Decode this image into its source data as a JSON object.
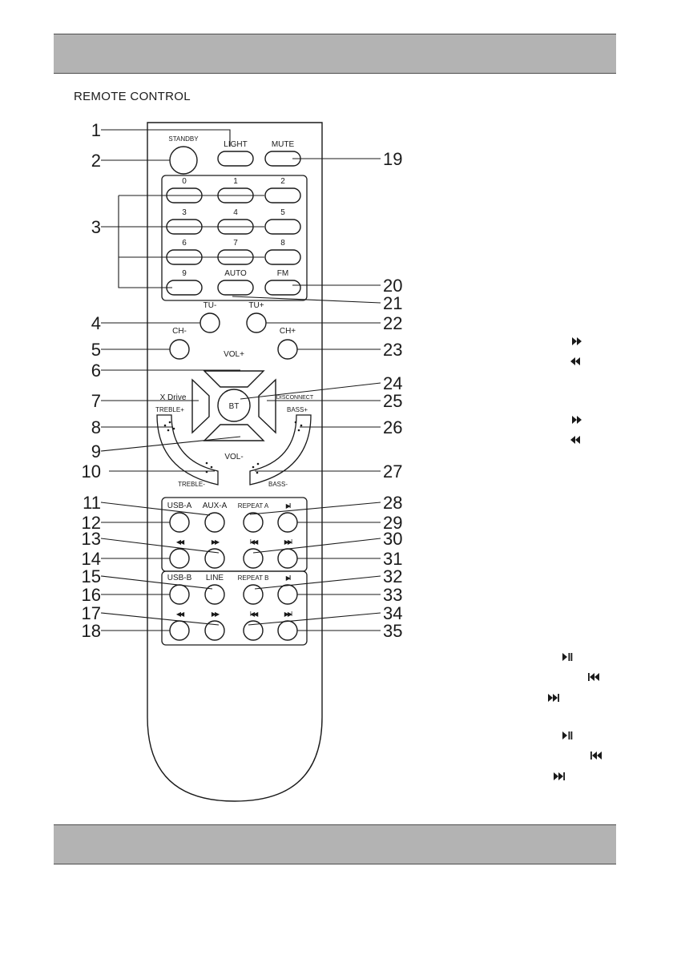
{
  "page_title": "REMOTE CONTROL",
  "remote": {
    "buttons": [
      {
        "id": "standby",
        "label": "STANDBY",
        "shape": "circle"
      },
      {
        "id": "light",
        "label": "LIGHT",
        "shape": "pill"
      },
      {
        "id": "mute",
        "label": "MUTE",
        "shape": "pill"
      },
      {
        "id": "num-0",
        "label": "0",
        "shape": "pill"
      },
      {
        "id": "num-1",
        "label": "1",
        "shape": "pill"
      },
      {
        "id": "num-2",
        "label": "2",
        "shape": "pill"
      },
      {
        "id": "num-3",
        "label": "3",
        "shape": "pill"
      },
      {
        "id": "num-4",
        "label": "4",
        "shape": "pill"
      },
      {
        "id": "num-5",
        "label": "5",
        "shape": "pill"
      },
      {
        "id": "num-6",
        "label": "6",
        "shape": "pill"
      },
      {
        "id": "num-7",
        "label": "7",
        "shape": "pill"
      },
      {
        "id": "num-8",
        "label": "8",
        "shape": "pill"
      },
      {
        "id": "num-9",
        "label": "9",
        "shape": "pill"
      },
      {
        "id": "auto",
        "label": "AUTO",
        "shape": "pill"
      },
      {
        "id": "fm",
        "label": "FM",
        "shape": "pill"
      },
      {
        "id": "tu-minus",
        "label": "TU-",
        "shape": "circle"
      },
      {
        "id": "tu-plus",
        "label": "TU+",
        "shape": "circle"
      },
      {
        "id": "ch-minus",
        "label": "CH-",
        "shape": "circle"
      },
      {
        "id": "ch-plus",
        "label": "CH+",
        "shape": "circle"
      },
      {
        "id": "usb-a",
        "label": "USB-A",
        "shape": "circle"
      },
      {
        "id": "aux-a",
        "label": "AUX-A",
        "shape": "circle"
      },
      {
        "id": "repeat-a",
        "label": "REPEAT A",
        "shape": "circle"
      },
      {
        "id": "play-pause-a",
        "label": "▶II",
        "shape": "circle"
      },
      {
        "id": "rew-a",
        "label": "◀◀",
        "shape": "circle"
      },
      {
        "id": "ff-a",
        "label": "▶▶",
        "shape": "circle"
      },
      {
        "id": "prev-a",
        "label": "I◀◀",
        "shape": "circle"
      },
      {
        "id": "next-a",
        "label": "▶▶I",
        "shape": "circle"
      },
      {
        "id": "usb-b",
        "label": "USB-B",
        "shape": "circle"
      },
      {
        "id": "line",
        "label": "LINE",
        "shape": "circle"
      },
      {
        "id": "repeat-b",
        "label": "REPEAT B",
        "shape": "circle"
      },
      {
        "id": "play-pause-b",
        "label": "▶II",
        "shape": "circle"
      },
      {
        "id": "rew-b",
        "label": "◀◀",
        "shape": "circle"
      },
      {
        "id": "ff-b",
        "label": "▶▶",
        "shape": "circle"
      },
      {
        "id": "prev-b",
        "label": "I◀◀",
        "shape": "circle"
      },
      {
        "id": "next-b",
        "label": "▶▶I",
        "shape": "circle"
      }
    ],
    "dpad": {
      "up": "VOL+",
      "down": "VOL-",
      "left": "X Drive",
      "right": "DISCONNECT",
      "center": "BT"
    },
    "arcs": {
      "treble_plus": "TREBLE+",
      "treble_minus": "TREBLE-",
      "bass_plus": "BASS+",
      "bass_minus": "BASS-"
    }
  },
  "callouts": [
    "1",
    "2",
    "3",
    "4",
    "5",
    "6",
    "7",
    "8",
    "9",
    "10",
    "11",
    "12",
    "13",
    "14",
    "15",
    "16",
    "17",
    "18",
    "19",
    "20",
    "21",
    "22",
    "23",
    "24",
    "25",
    "26",
    "27",
    "28",
    "29",
    "30",
    "31",
    "32",
    "33",
    "34",
    "35"
  ],
  "margin_icons": [
    {
      "icon": "fast-forward-icon",
      "glyph": "ff"
    },
    {
      "icon": "rewind-icon",
      "glyph": "rew"
    },
    {
      "icon": "fast-forward-icon",
      "glyph": "ff"
    },
    {
      "icon": "rewind-icon",
      "glyph": "rew"
    },
    {
      "icon": "play-pause-icon",
      "glyph": "pp"
    },
    {
      "icon": "skip-previous-icon",
      "glyph": "prev"
    },
    {
      "icon": "skip-next-icon",
      "glyph": "next"
    },
    {
      "icon": "play-pause-icon",
      "glyph": "pp"
    },
    {
      "icon": "skip-previous-icon",
      "glyph": "prev"
    },
    {
      "icon": "skip-next-icon",
      "glyph": "next"
    }
  ]
}
